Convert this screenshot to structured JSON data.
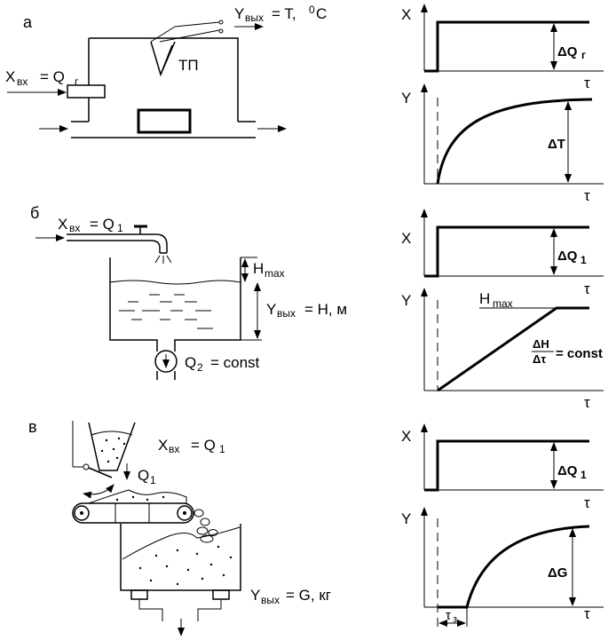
{
  "sections": {
    "a": {
      "letter": "а",
      "input_x": "X",
      "input_x_sub": "вх",
      "input_eq": "= Q",
      "input_eq_sub": "г",
      "output_y": "Y",
      "output_y_sub": "вых",
      "output_eq": "= T,",
      "output_unit_sup": "0",
      "output_unit": "C",
      "sensor": "ТП",
      "graph_x": {
        "axis_y": "X",
        "axis_x": "τ",
        "delta": "ΔQ",
        "delta_sub": "г"
      },
      "graph_y": {
        "axis_y": "Y",
        "axis_x": "τ",
        "delta": "ΔT"
      }
    },
    "b": {
      "letter": "б",
      "input_x": "X",
      "input_x_sub": "вх",
      "input_eq": "= Q",
      "input_eq_sub": "1",
      "hmax": "H",
      "hmax_sub": "max",
      "output_y": "Y",
      "output_y_sub": "вых",
      "output_eq": "= H, м",
      "drain": "Q",
      "drain_sub": "2",
      "drain_eq": "= const",
      "graph_x": {
        "axis_y": "X",
        "axis_x": "τ",
        "delta": "ΔQ",
        "delta_sub": "1"
      },
      "graph_y": {
        "axis_y": "Y",
        "axis_x": "τ",
        "hmax": "H",
        "hmax_sub": "max",
        "frac_num": "ΔH",
        "frac_den": "Δτ",
        "const": "= const"
      }
    },
    "c": {
      "letter": "в",
      "input_x": "X",
      "input_x_sub": "вх",
      "input_eq": "= Q",
      "input_eq_sub": "1",
      "flow": "Q",
      "flow_sub": "1",
      "output_y": "Y",
      "output_y_sub": "вых",
      "output_eq": "= G, кг",
      "graph_x": {
        "axis_y": "X",
        "axis_x": "τ",
        "delta": "ΔQ",
        "delta_sub": "1"
      },
      "graph_y": {
        "axis_y": "Y",
        "axis_x": "τ",
        "delta": "ΔG",
        "delay": "τ",
        "delay_sub": "з"
      }
    }
  }
}
